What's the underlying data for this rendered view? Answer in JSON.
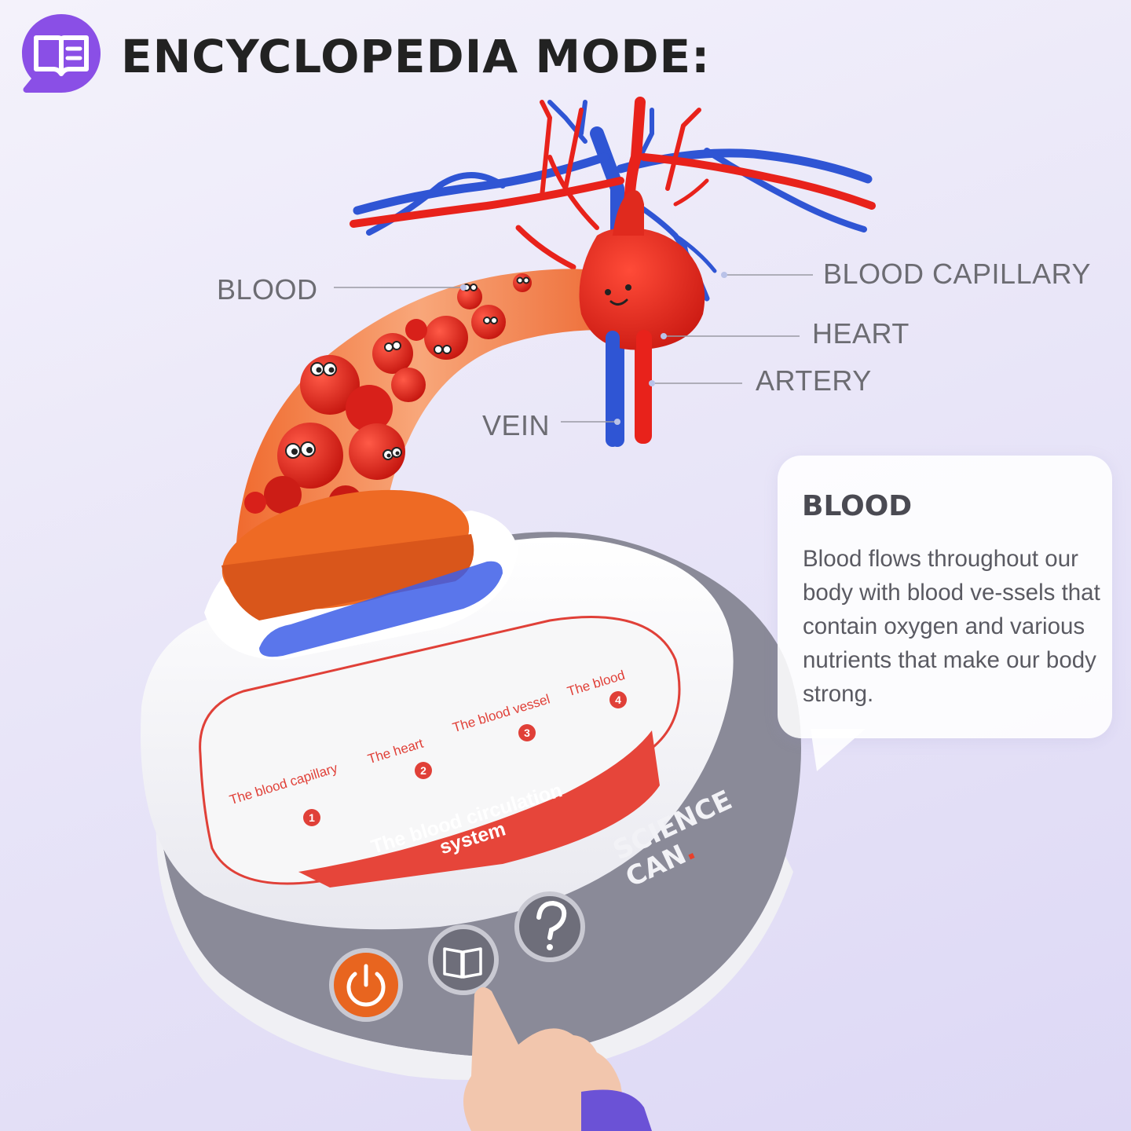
{
  "header": {
    "title": "ENCYCLOPEDIA MODE:",
    "icon": "open-book-icon",
    "badge_color": "#8a4fe6"
  },
  "diagram": {
    "labels": {
      "blood": "BLOOD",
      "blood_capillary": "BLOOD CAPILLARY",
      "heart": "HEART",
      "artery": "ARTERY",
      "vein": "VEIN"
    },
    "colors": {
      "artery": "#e8221b",
      "vein": "#2f55d4",
      "blood_cell": "#e0251c",
      "vessel_tube": "#f07a3c"
    }
  },
  "info_card": {
    "title": "BLOOD",
    "text": "Blood flows throughout our body with blood ve-ssels that contain oxygen and various nutrients that make our body strong."
  },
  "device": {
    "card": {
      "title": "The blood circulation system",
      "steps": [
        {
          "number": "1",
          "label": "The blood capillary"
        },
        {
          "number": "2",
          "label": "The heart"
        },
        {
          "number": "3",
          "label": "The blood vessel"
        },
        {
          "number": "4",
          "label": "The blood"
        }
      ]
    },
    "brand": {
      "line1": "SCIENCE",
      "line2": "CAN",
      "dot": "."
    },
    "buttons": [
      {
        "name": "power",
        "icon": "power-icon",
        "color": "#e8651f"
      },
      {
        "name": "encyclopedia",
        "icon": "open-book-icon",
        "color": "#6e6e7a"
      },
      {
        "name": "question",
        "icon": "question-mark-icon",
        "color": "#6e6e7a"
      }
    ]
  }
}
